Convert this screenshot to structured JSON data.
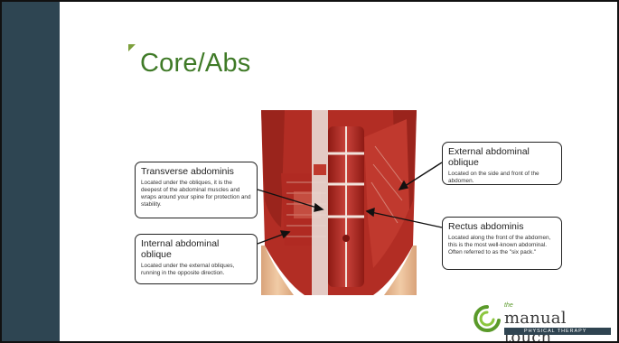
{
  "slide": {
    "title": "Core/Abs"
  },
  "colors": {
    "sidebar": "#2e4552",
    "title_green": "#3f7a27",
    "accent_green": "#7da03c"
  },
  "figure": {
    "image": "abdominal-muscles-illustration"
  },
  "callouts": {
    "transverse": {
      "title": "Transverse abdominis",
      "desc": "Located under the obliques, it is the deepest of the abdominal muscles and wraps around your spine for protection and stability."
    },
    "internal": {
      "title": "Internal abdominal oblique",
      "desc": "Located under the external obliques, running in the opposite direction."
    },
    "external": {
      "title": "External abdominal oblique",
      "desc": "Located on the side and front of the abdomen."
    },
    "rectus": {
      "title": "Rectus abdominis",
      "desc": "Located along the front of the abdomen, this is the most well-known abdominal. Often referred to as the \"six pack.\""
    }
  },
  "logo": {
    "the": "the",
    "name": "manual touch",
    "tagline": "PHYSICAL THERAPY"
  }
}
